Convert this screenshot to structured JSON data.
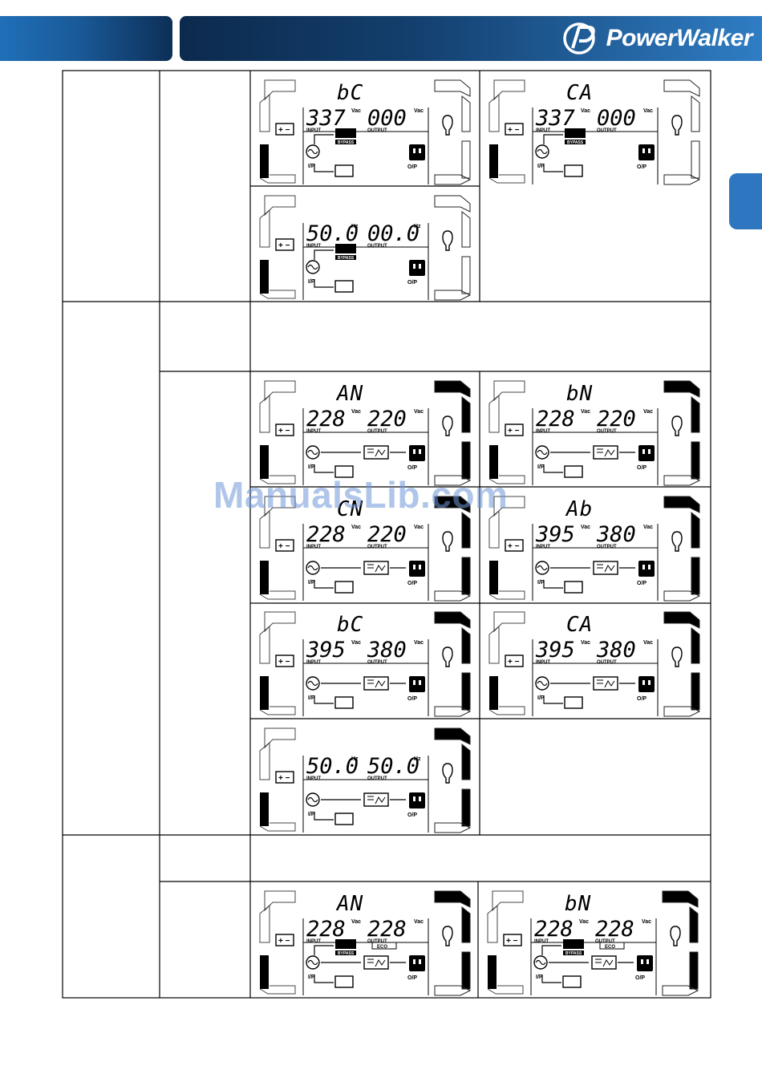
{
  "header": {
    "brand": "PowerWalker"
  },
  "watermark": "ManualsLib.com",
  "lcd_labels": {
    "vac": "Vac",
    "hz": "Hz",
    "input": "INPUT",
    "output": "OUTPUT",
    "ip": "I/P",
    "op": "O/P",
    "bypass": "BYPASS",
    "eco": "ECO"
  },
  "panels": [
    {
      "code": "bC",
      "input": "337",
      "output": "000",
      "unit": "vac",
      "mode": "bypass"
    },
    {
      "code": "CA",
      "input": "337",
      "output": "000",
      "unit": "vac",
      "mode": "bypass"
    },
    {
      "code": "",
      "input": "50.0",
      "output": "00.0",
      "unit": "hz",
      "mode": "bypass"
    },
    {
      "code": "AN",
      "input": "228",
      "output": "220",
      "unit": "vac",
      "mode": "line"
    },
    {
      "code": "bN",
      "input": "228",
      "output": "220",
      "unit": "vac",
      "mode": "line"
    },
    {
      "code": "CN",
      "input": "228",
      "output": "220",
      "unit": "vac",
      "mode": "line"
    },
    {
      "code": "Ab",
      "input": "395",
      "output": "380",
      "unit": "vac",
      "mode": "line"
    },
    {
      "code": "bC",
      "input": "395",
      "output": "380",
      "unit": "vac",
      "mode": "line"
    },
    {
      "code": "CA",
      "input": "395",
      "output": "380",
      "unit": "vac",
      "mode": "line"
    },
    {
      "code": "",
      "input": "50.0",
      "output": "50.0",
      "unit": "hz",
      "mode": "line"
    },
    {
      "code": "AN",
      "input": "228",
      "output": "228",
      "unit": "vac",
      "mode": "eco"
    },
    {
      "code": "bN",
      "input": "228",
      "output": "228",
      "unit": "vac",
      "mode": "eco"
    }
  ]
}
